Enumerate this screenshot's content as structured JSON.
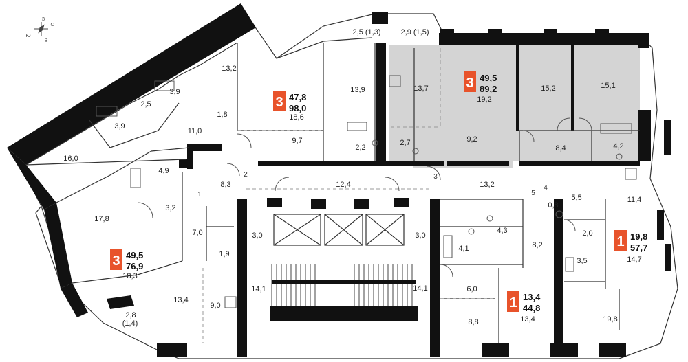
{
  "accent_color": "#e8532b",
  "compass": {
    "n": "З",
    "e": "С",
    "s": "В",
    "w": "Ю"
  },
  "apartments": [
    {
      "rooms": "3",
      "living": "47,8",
      "total": "98,0"
    },
    {
      "rooms": "3",
      "living": "49,5",
      "total": "89,2"
    },
    {
      "rooms": "3",
      "living": "49,5",
      "total": "76,9"
    },
    {
      "rooms": "1",
      "living": "13,4",
      "total": "44,8"
    },
    {
      "rooms": "1",
      "living": "19,8",
      "total": "57,7"
    }
  ],
  "rooms": [
    {
      "label": "13,2"
    },
    {
      "label": "3,9"
    },
    {
      "label": "2,5"
    },
    {
      "label": "3,9"
    },
    {
      "label": "1,8"
    },
    {
      "label": "11,0"
    },
    {
      "label": "16,0"
    },
    {
      "label": "4,9"
    },
    {
      "label": "8,3"
    },
    {
      "label": "3,2"
    },
    {
      "label": "17,8"
    },
    {
      "label": "7,0"
    },
    {
      "label": "1,9"
    },
    {
      "label": "18,3"
    },
    {
      "label": "13,4"
    },
    {
      "label": "9,0"
    },
    {
      "label": "2,8"
    },
    {
      "label": "(1,4)"
    },
    {
      "label": "3,0"
    },
    {
      "label": "14,1"
    },
    {
      "label": "2,5 (1,3)"
    },
    {
      "label": "2,9 (1,5)"
    },
    {
      "label": "13,9"
    },
    {
      "label": "18,6"
    },
    {
      "label": "9,7"
    },
    {
      "label": "2,2"
    },
    {
      "label": "13,7"
    },
    {
      "label": "2,7"
    },
    {
      "label": "19,2"
    },
    {
      "label": "9,2"
    },
    {
      "label": "15,2"
    },
    {
      "label": "15,1"
    },
    {
      "label": "8,4"
    },
    {
      "label": "4,2"
    },
    {
      "label": "12,4"
    },
    {
      "label": "13,2"
    },
    {
      "label": "5,5"
    },
    {
      "label": "11,4"
    },
    {
      "label": "0,8"
    },
    {
      "label": "3,0"
    },
    {
      "label": "14,1"
    },
    {
      "label": "4,3"
    },
    {
      "label": "4,1"
    },
    {
      "label": "8,2"
    },
    {
      "label": "2,0"
    },
    {
      "label": "3,5"
    },
    {
      "label": "14,7"
    },
    {
      "label": "6,0"
    },
    {
      "label": "8,8"
    },
    {
      "label": "13,4"
    },
    {
      "label": "19,8"
    }
  ],
  "door_numbers": [
    "1",
    "2",
    "3",
    "4",
    "5"
  ]
}
